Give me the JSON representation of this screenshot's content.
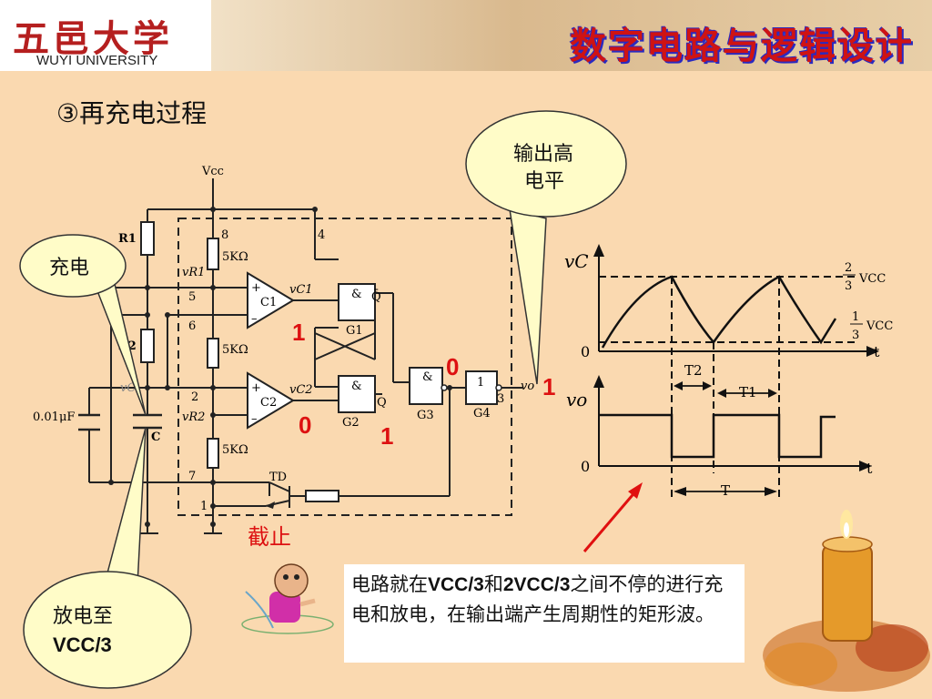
{
  "header": {
    "logo_cn": "五邑大学",
    "logo_en": "WUYI UNIVERSITY",
    "course_title": "数字电路与逻辑设计"
  },
  "section_title": "③再充电过程",
  "callouts": {
    "charge": "充电",
    "output_high_line1": "输出高",
    "output_high_line2": "电平",
    "discharge_line1": "放电至",
    "discharge_line2": "VCC/3",
    "cutoff": "截止"
  },
  "circuit": {
    "vcc": "Vcc",
    "r1": "R1",
    "r2": "R2",
    "c": "C",
    "cap_value": "0.01μF",
    "resistor_value": "5KΩ",
    "pins": [
      "8",
      "4",
      "5",
      "6",
      "2",
      "7",
      "1",
      "3"
    ],
    "vr1": "vR1",
    "vr2": "vR2",
    "vc1": "vC1",
    "vc2": "vC2",
    "comp1": "C1",
    "comp2": "C2",
    "g1": "G1",
    "g2": "G2",
    "g3": "G3",
    "g4": "G4",
    "and_sym": "&",
    "one_sym": "1",
    "qbar": "Q̄",
    "q": "Q",
    "td": "TD",
    "vo": "vo",
    "plus": "+",
    "minus": "–",
    "state_g1": "1",
    "state_g2": "0",
    "state_q": "1",
    "state_g3": "0",
    "state_out": "1",
    "vc_hidden": "vC"
  },
  "waveform": {
    "vc_label": "vC",
    "vo_label": "vo",
    "zero": "0",
    "t_axis": "t",
    "two_thirds_num": "2",
    "two_thirds_den": "3",
    "one_third_num": "1",
    "one_third_den": "3",
    "vcc": "VCC",
    "t2": "T2",
    "t1": "T1",
    "t": "T"
  },
  "bottom_note": {
    "part1": "电路就在",
    "vcc3": "VCC/3",
    "part2": "和",
    "two_vcc3": "2VCC/3",
    "part3": "之间不停的进行充电和放电，在输出端产生周期性的矩形波。"
  },
  "colors": {
    "accent_red": "#dd1111",
    "bubble_fill": "#fffcc8",
    "title_red": "#cf1313"
  }
}
